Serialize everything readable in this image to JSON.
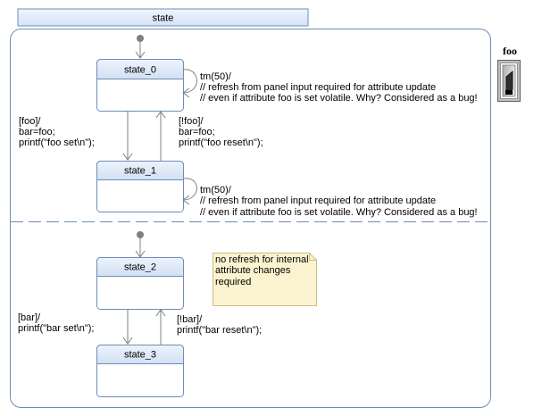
{
  "statechart": {
    "title": "state"
  },
  "states": {
    "state_0": "state_0",
    "state_1": "state_1",
    "state_2": "state_2",
    "state_3": "state_3"
  },
  "transitions": {
    "s0_self": [
      "tm(50)/",
      "// refresh from panel input required for attribute update",
      "// even if attribute foo is set volatile.  Why? Considered as a bug!"
    ],
    "s1_self": [
      "tm(50)/",
      "// refresh from panel input required for attribute update",
      "// even if attribute foo is set volatile.  Why? Considered as a bug!"
    ],
    "s0_to_s1": [
      "[foo]/",
      "bar=foo;",
      "printf(\"foo set\\n\");"
    ],
    "s1_to_s0": [
      "[!foo]/",
      "bar=foo;",
      "printf(\"foo reset\\n\");"
    ],
    "s2_to_s3": [
      "[bar]/",
      "printf(\"bar set\\n\");"
    ],
    "s3_to_s2": [
      "[!bar]/",
      "printf(\"bar reset\\n\");"
    ]
  },
  "note": {
    "lines": [
      "no refresh for internal",
      "attribute changes",
      "required"
    ]
  },
  "panel": {
    "label": "foo"
  },
  "colors": {
    "header_fill": "#dde9f8",
    "state_header": "#dce7f6",
    "border": "#6e8db8",
    "note_fill": "#fbf3cf",
    "note_border": "#c9bc84",
    "arrow": "#808080"
  }
}
